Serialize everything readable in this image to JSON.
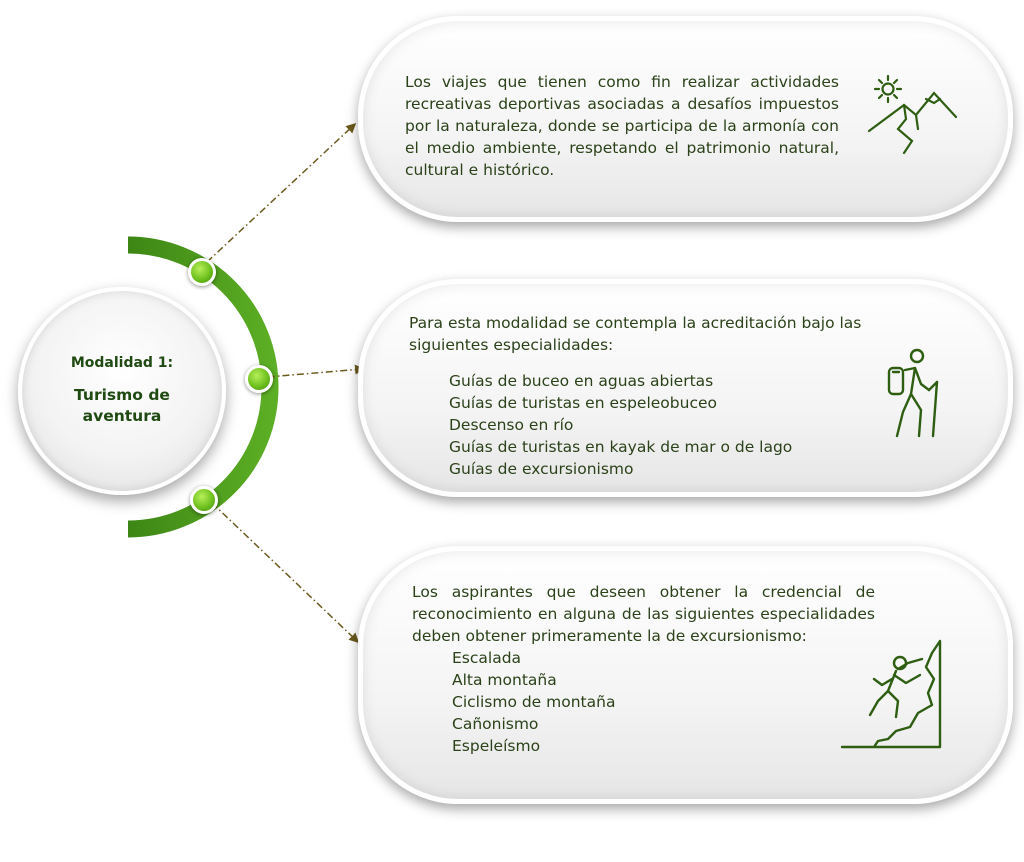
{
  "center": {
    "title": "Modalidad 1:",
    "subtitle": "Turismo de aventura"
  },
  "colors": {
    "arc": "#4e9d1f",
    "node": "#7ac526",
    "text": "#2b4219",
    "connector": "#6b5a1e",
    "icon": "#2e5e12"
  },
  "cards": [
    {
      "text": "Los viajes que tienen como fin realizar actividades recreativas deportivas asociadas a desafíos impuestos por la naturaleza, donde se participa de la armonía con el medio ambiente, respetando el patrimonio natural, cultural e histórico.",
      "icon": "sun-mountain-icon"
    },
    {
      "intro": "Para esta modalidad se contempla la acreditación bajo las siguientes especialidades:",
      "items": [
        "Guías de buceo en aguas abiertas",
        "Guías de turistas en espeleobuceo",
        "Descenso en río",
        "Guías de turistas en kayak de mar o de lago",
        "Guías de excursionismo"
      ],
      "icon": "hiker-icon"
    },
    {
      "intro": "Los aspirantes que deseen obtener la credencial de reconocimiento en alguna de las siguientes especialidades deben obtener primeramente la de excursionismo:",
      "items": [
        "Escalada",
        "Alta montaña",
        "Ciclismo de montaña",
        "Cañonismo",
        "Espeleísmo"
      ],
      "icon": "climber-icon"
    }
  ]
}
